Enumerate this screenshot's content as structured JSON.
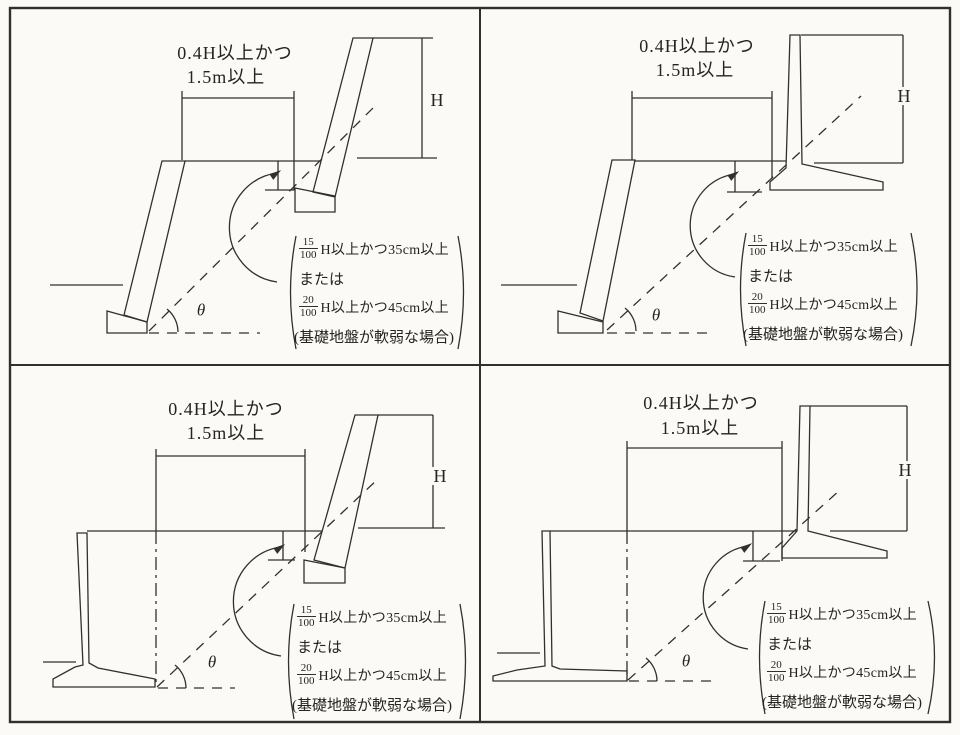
{
  "colors": {
    "ink": "#32302c",
    "paper": "#fbfaf6"
  },
  "panels": [
    {
      "id": "top-left",
      "dim_line1": "0.4H以上かつ",
      "dim_line2": "1.5m以上",
      "height_label": "H",
      "angle_label": "θ",
      "note": {
        "f1_num": "15",
        "f1_den": "100",
        "f1_text": "H以上かつ35cm以上",
        "or_text": "または",
        "f2_num": "20",
        "f2_den": "100",
        "f2_text": "H以上かつ45cm以上",
        "condition": "(基礎地盤が軟弱な場合)"
      }
    },
    {
      "id": "top-right",
      "dim_line1": "0.4H以上かつ",
      "dim_line2": "1.5m以上",
      "height_label": "H",
      "angle_label": "θ",
      "note": {
        "f1_num": "15",
        "f1_den": "100",
        "f1_text": "H以上かつ35cm以上",
        "or_text": "または",
        "f2_num": "20",
        "f2_den": "100",
        "f2_text": "H以上かつ45cm以上",
        "condition": "(基礎地盤が軟弱な場合)"
      }
    },
    {
      "id": "bottom-left",
      "dim_line1": "0.4H以上かつ",
      "dim_line2": "1.5m以上",
      "height_label": "H",
      "angle_label": "θ",
      "note": {
        "f1_num": "15",
        "f1_den": "100",
        "f1_text": "H以上かつ35cm以上",
        "or_text": "または",
        "f2_num": "20",
        "f2_den": "100",
        "f2_text": "H以上かつ45cm以上",
        "condition": "(基礎地盤が軟弱な場合)"
      }
    },
    {
      "id": "bottom-right",
      "dim_line1": "0.4H以上かつ",
      "dim_line2": "1.5m以上",
      "height_label": "H",
      "angle_label": "θ",
      "note": {
        "f1_num": "15",
        "f1_den": "100",
        "f1_text": "H以上かつ35cm以上",
        "or_text": "または",
        "f2_num": "20",
        "f2_den": "100",
        "f2_text": "H以上かつ45cm以上",
        "condition": "(基礎地盤が軟弱な場合)"
      }
    }
  ]
}
